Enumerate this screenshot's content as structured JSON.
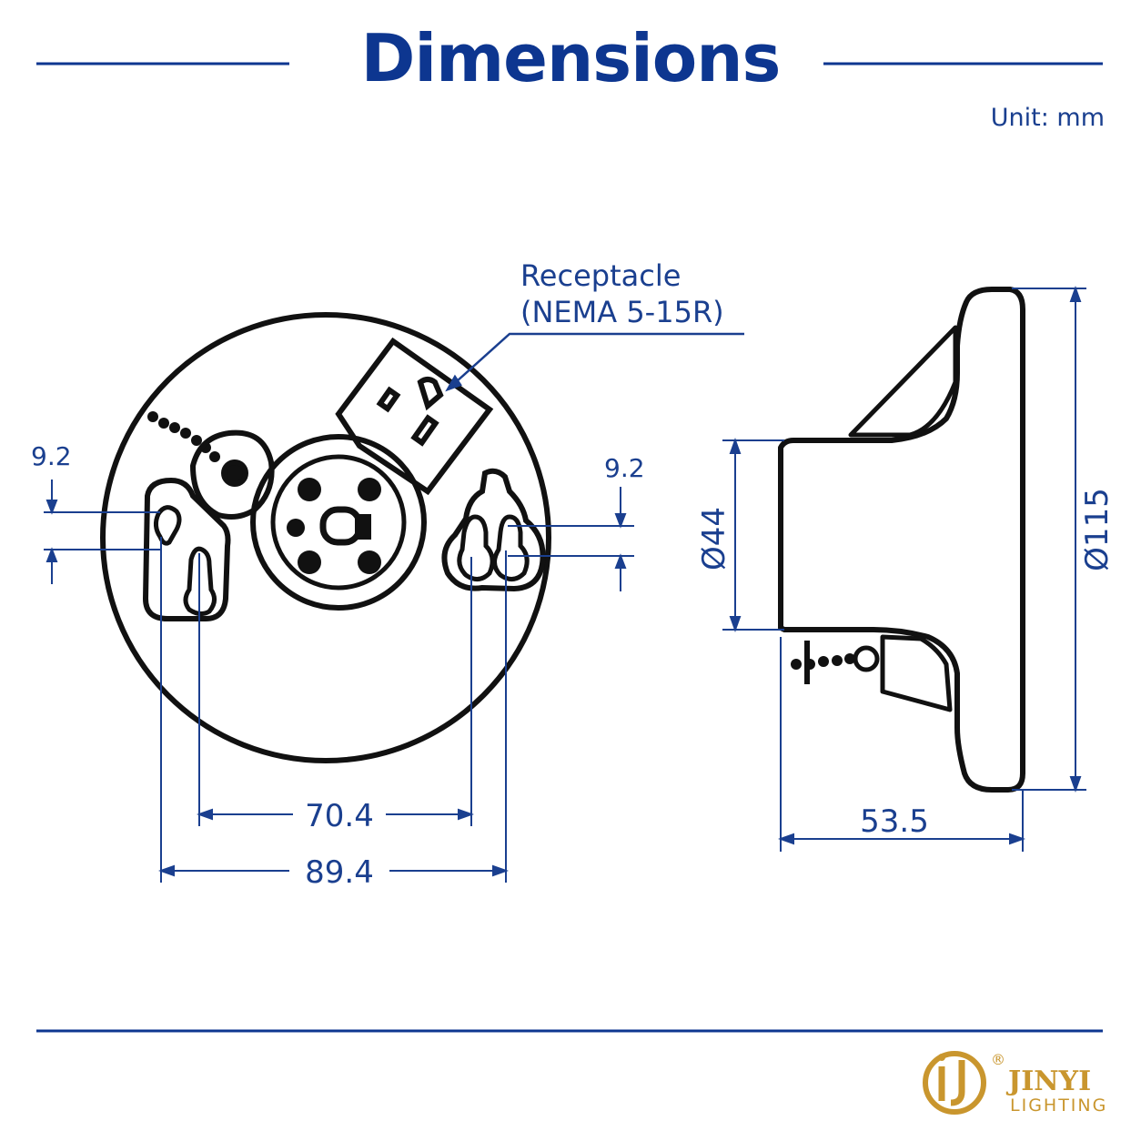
{
  "header": {
    "title": "Dimensions",
    "unit_label": "Unit: mm"
  },
  "callout": {
    "line1": "Receptacle",
    "line2": "(NEMA 5-15R)"
  },
  "dimensions": {
    "slot_left": "9.2",
    "slot_right": "9.2",
    "inner_hole_spacing": "70.4",
    "outer_hole_spacing": "89.4",
    "base_diameter": "Ø44",
    "plate_diameter": "Ø115",
    "depth": "53.5"
  },
  "logo": {
    "brand": "JINYI",
    "sub": "LIGHTING",
    "registered": "®"
  },
  "colors": {
    "title": "#0d3690",
    "dimension": "#1a3f8f",
    "outline": "#111111",
    "logo": "#c9962e"
  }
}
